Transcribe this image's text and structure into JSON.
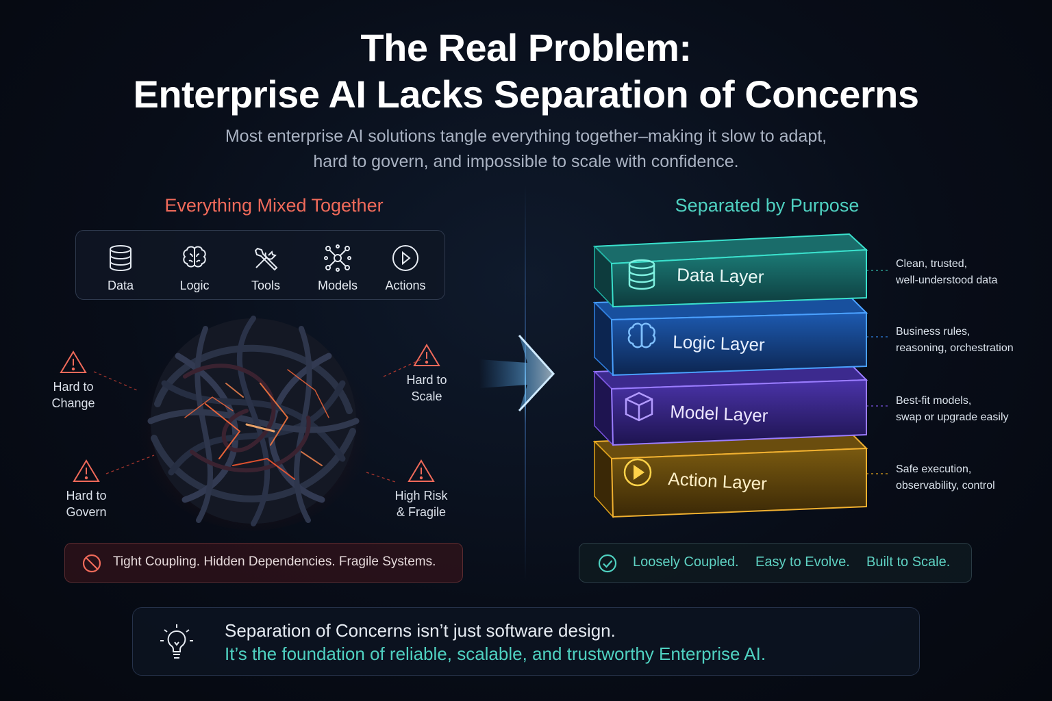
{
  "title": {
    "line1": "The Real Problem:",
    "line2": "Enterprise AI Lacks Separation of Concerns"
  },
  "subtitle": {
    "line1": "Most enterprise AI solutions tangle everything together–making it slow to adapt,",
    "line2": "hard to govern, and impossible to scale with confidence."
  },
  "left": {
    "heading": "Everything Mixed Together",
    "icons": [
      {
        "label": "Data",
        "icon": "database-icon"
      },
      {
        "label": "Logic",
        "icon": "brain-icon"
      },
      {
        "label": "Tools",
        "icon": "tools-icon"
      },
      {
        "label": "Models",
        "icon": "network-icon"
      },
      {
        "label": "Actions",
        "icon": "play-icon"
      }
    ],
    "warnings": [
      {
        "label": "Hard to\nChange"
      },
      {
        "label": "Hard to\nScale"
      },
      {
        "label": "Hard to\nGovern"
      },
      {
        "label": "High Risk\n& Fragile"
      }
    ],
    "banner": "Tight Coupling. Hidden Dependencies.  Fragile Systems."
  },
  "right": {
    "heading": "Separated by Purpose",
    "layers": [
      {
        "label": "Data Layer",
        "icon": "database-icon",
        "color": "#1fb5a5",
        "desc": "Clean, trusted,\nwell-understood data"
      },
      {
        "label": "Logic Layer",
        "icon": "brain-icon",
        "color": "#2f7fe0",
        "desc": "Business rules,\nreasoning, orchestration"
      },
      {
        "label": "Model Layer",
        "icon": "cube-icon",
        "color": "#7a52e0",
        "desc": "Best-fit models,\nswap or upgrade easily"
      },
      {
        "label": "Action Layer",
        "icon": "play-icon",
        "color": "#e0a21a",
        "desc": "Safe execution,\nobservability, control"
      }
    ],
    "banner": [
      "Loosely Coupled.",
      "Easy to Evolve.",
      "Built to Scale."
    ]
  },
  "footer": {
    "line1": "Separation of Concerns isn’t just software design.",
    "line2": "It’s the foundation of reliable, scalable, and trustworthy Enterprise AI."
  },
  "colors": {
    "accent_teal": "#4fd1c1",
    "accent_red": "#f06a5a",
    "background": "#080d18"
  }
}
